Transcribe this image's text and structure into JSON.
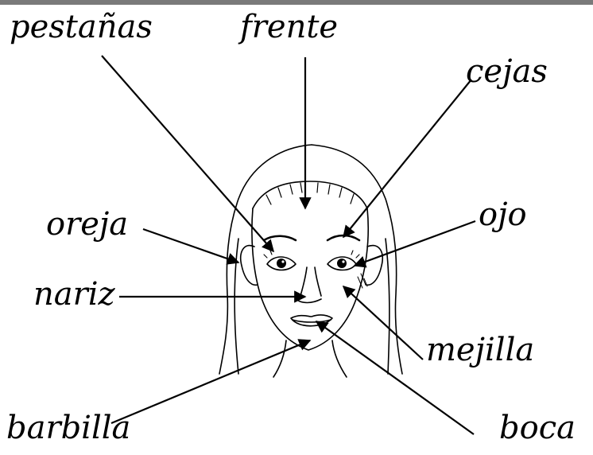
{
  "labels": {
    "pestanas": "pestañas",
    "frente": "frente",
    "cejas": "cejas",
    "oreja": "oreja",
    "ojo": "ojo",
    "nariz": "nariz",
    "mejilla": "mejilla",
    "barbilla": "barbilla",
    "boca": "boca"
  },
  "colors": {
    "ink": "#000000",
    "topbar": "#7a7a7a",
    "background": "#ffffff"
  }
}
